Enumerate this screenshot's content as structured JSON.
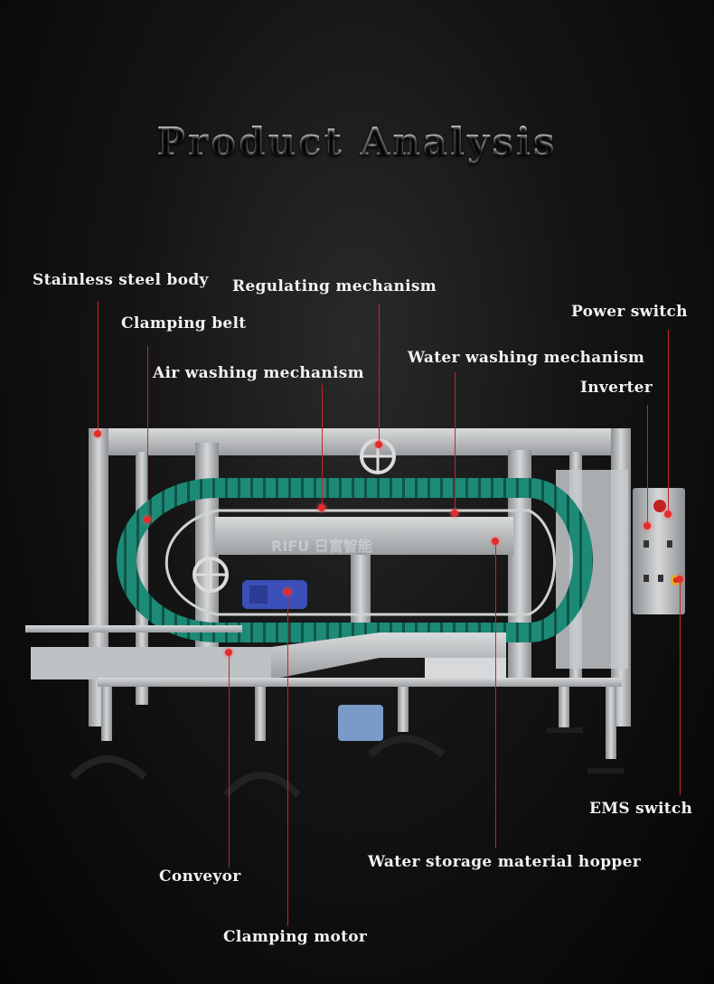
{
  "title": "Product Analysis",
  "labels": {
    "stainless_steel_body": "Stainless steel body",
    "regulating_mechanism": "Regulating mechanism",
    "power_switch": "Power switch",
    "clamping_belt": "Clamping belt",
    "water_washing_mechanism": "Water washing mechanism",
    "air_washing_mechanism": "Air washing mechanism",
    "inverter": "Inverter",
    "ems_switch": "EMS switch",
    "water_storage_material_hopper": "Water storage material hopper",
    "conveyor": "Conveyor",
    "clamping_motor": "Clamping motor"
  },
  "colors": {
    "leader_line": "#c0282a",
    "belt": "#1f8f7a",
    "steel": "#b9bcbe"
  }
}
